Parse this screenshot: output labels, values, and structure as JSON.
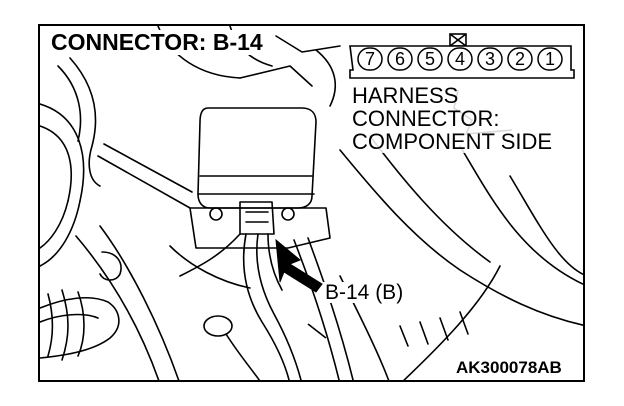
{
  "title": "CONNECTOR: B-14",
  "pin_numbers": [
    "7",
    "6",
    "5",
    "4",
    "3",
    "2",
    "1"
  ],
  "harness_label": {
    "line1": "HARNESS",
    "line2": "CONNECTOR:",
    "line3": "COMPONENT SIDE"
  },
  "callout_label": "B-14 (B)",
  "figure_code": "AK300078AB"
}
